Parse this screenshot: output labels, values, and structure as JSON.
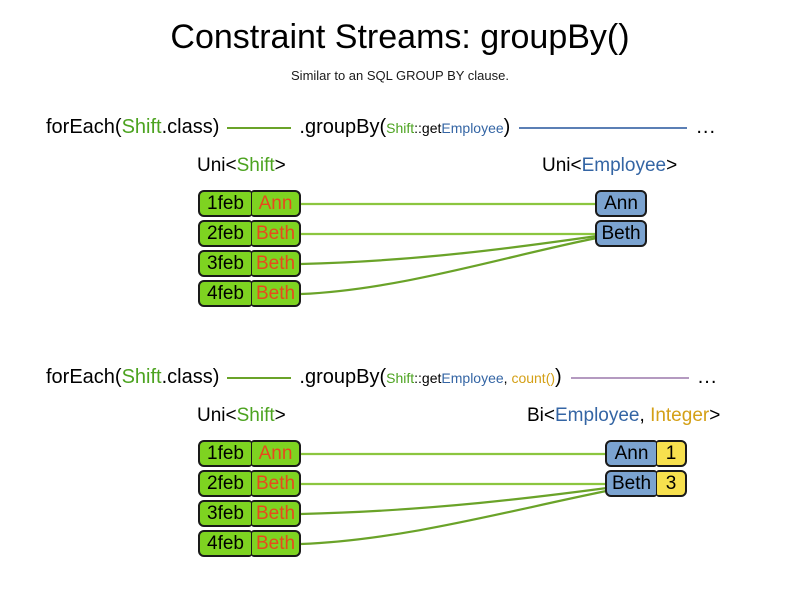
{
  "title": "Constraint Streams: groupBy()",
  "subtitle": "Similar to an SQL GROUP BY clause.",
  "colors": {
    "shift_green": "#7ed321",
    "employee_blue": "#7ba3d0",
    "integer_yellow": "#f7e04e",
    "name_orange": "#e8491d",
    "token_shift": "#4ca320",
    "token_employee": "#3465a4",
    "token_count": "#d4a017",
    "link_green": "#6aa329",
    "rule_blue": "#5b7fb5",
    "rule_purple": "#b49ac0",
    "border": "#1a1a1a"
  },
  "sections": [
    {
      "id": "groupby-key-only",
      "code": {
        "for_each_prefix": "forEach(",
        "for_each_type": "Shift",
        "for_each_suffix": ".class)",
        "group_by_prefix": ".groupBy(",
        "arg1_type": "Shift",
        "arg1_sep": "::get",
        "arg1_prop": "Employee",
        "group_by_suffix": ")",
        "ellipsis": "..."
      },
      "left_label": {
        "outer": "Uni<",
        "type": "Shift",
        "close": ">"
      },
      "right_label": {
        "outer": "Uni<",
        "type": "Employee",
        "close": ">"
      },
      "left_tuples": [
        {
          "date": "1feb",
          "name": "Ann"
        },
        {
          "date": "2feb",
          "name": "Beth"
        },
        {
          "date": "3feb",
          "name": "Beth"
        },
        {
          "date": "4feb",
          "name": "Beth"
        }
      ],
      "right_tuples": [
        {
          "employee": "Ann"
        },
        {
          "employee": "Beth"
        }
      ]
    },
    {
      "id": "groupby-key-count",
      "code": {
        "for_each_prefix": "forEach(",
        "for_each_type": "Shift",
        "for_each_suffix": ".class)",
        "group_by_prefix": ".groupBy(",
        "arg1_type": "Shift",
        "arg1_sep": "::get",
        "arg1_prop": "Employee",
        "arg_comma": ", ",
        "arg2": "count()",
        "group_by_suffix": ")",
        "ellipsis": "..."
      },
      "left_label": {
        "outer": "Uni<",
        "type": "Shift",
        "close": ">"
      },
      "right_label": {
        "outer": "Bi<",
        "type": "Employee",
        "comma": ", ",
        "type2": "Integer",
        "close": ">"
      },
      "left_tuples": [
        {
          "date": "1feb",
          "name": "Ann"
        },
        {
          "date": "2feb",
          "name": "Beth"
        },
        {
          "date": "3feb",
          "name": "Beth"
        },
        {
          "date": "4feb",
          "name": "Beth"
        }
      ],
      "right_tuples": [
        {
          "employee": "Ann",
          "count": "1"
        },
        {
          "employee": "Beth",
          "count": "3"
        }
      ]
    }
  ]
}
